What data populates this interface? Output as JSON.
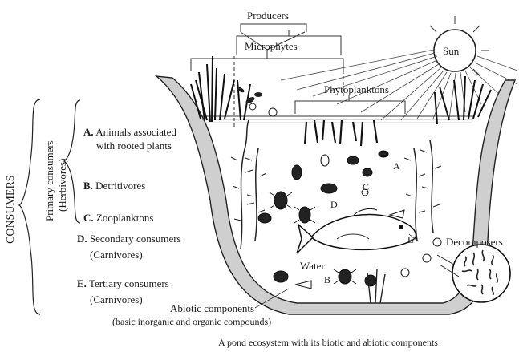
{
  "diagram": {
    "producers_label": "Producers",
    "microphytes_label": "Microphytes",
    "phytoplanktons_label": "Phytoplanktons",
    "sun_label": "Sun",
    "consumers_label": "CONSUMERS",
    "primary_consumers_label": "Primary consumers",
    "herbivores_label": "(Herbivores)",
    "items": [
      {
        "letter": "A.",
        "line1": "Animals associated",
        "line2": "with rooted plants"
      },
      {
        "letter": "B.",
        "line1": "Detritivores",
        "line2": ""
      },
      {
        "letter": "C.",
        "line1": "Zooplanktons",
        "line2": ""
      },
      {
        "letter": "D.",
        "line1": "Secondary consumers",
        "line2": "(Carnivores)"
      },
      {
        "letter": "E.",
        "line1": "Tertiary consumers",
        "line2": "(Carnivores)"
      }
    ],
    "water_label": "Water",
    "decomposers_label": "Decomposers",
    "abiotic_label": "Abiotic components",
    "abiotic_sub": "(basic inorganic and organic compounds)",
    "caption": "A pond ecosystem with its biotic and abiotic components",
    "pond_letters": [
      "A",
      "B",
      "C",
      "D",
      "E"
    ]
  }
}
